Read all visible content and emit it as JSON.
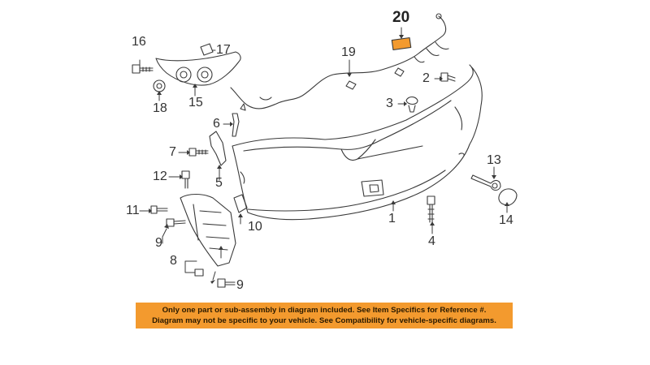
{
  "callouts": [
    {
      "id": "1",
      "label": "1"
    },
    {
      "id": "2",
      "label": "2"
    },
    {
      "id": "3",
      "label": "3"
    },
    {
      "id": "4",
      "label": "4"
    },
    {
      "id": "5",
      "label": "5"
    },
    {
      "id": "6",
      "label": "6"
    },
    {
      "id": "7",
      "label": "7"
    },
    {
      "id": "8",
      "label": "8"
    },
    {
      "id": "9a",
      "label": "9"
    },
    {
      "id": "9b",
      "label": "9"
    },
    {
      "id": "10",
      "label": "10"
    },
    {
      "id": "11",
      "label": "11"
    },
    {
      "id": "12",
      "label": "12"
    },
    {
      "id": "13",
      "label": "13"
    },
    {
      "id": "14",
      "label": "14"
    },
    {
      "id": "15",
      "label": "15"
    },
    {
      "id": "16",
      "label": "16"
    },
    {
      "id": "17",
      "label": "17"
    },
    {
      "id": "18",
      "label": "18"
    },
    {
      "id": "19",
      "label": "19"
    },
    {
      "id": "20",
      "label": "20"
    }
  ],
  "notice": {
    "line1": "Only one part or sub-assembly in diagram included. See Item Specifics for Reference #.",
    "line2": "Diagram may not be specific to your vehicle. See Compatibility for vehicle-specific diagrams."
  },
  "colors": {
    "line": "#3a3a3a",
    "highlight": "#f39a2e",
    "notice_bg": "#f39a2e"
  }
}
